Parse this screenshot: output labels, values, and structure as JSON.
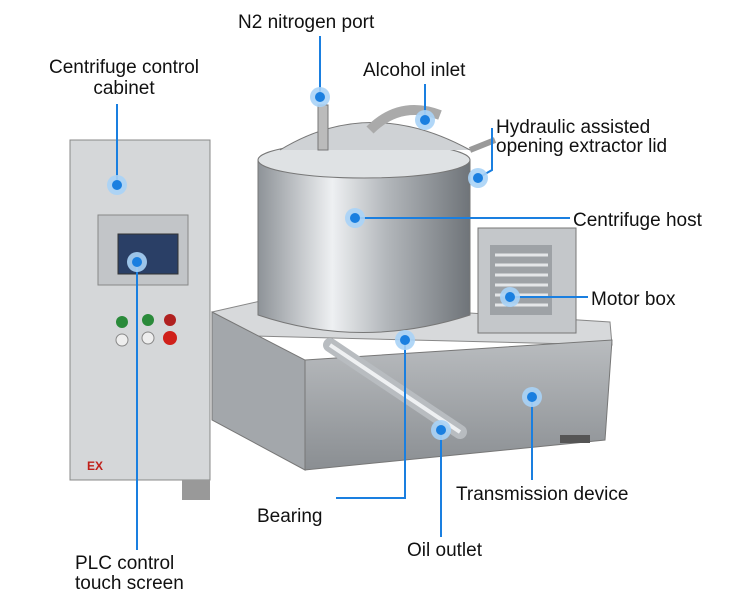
{
  "labels": {
    "n2_port": "N2 nitrogen port",
    "control_cabinet": [
      "Centrifuge control",
      "cabinet"
    ],
    "alcohol_inlet": "Alcohol inlet",
    "extractor_lid": [
      "Hydraulic assisted",
      "opening extractor lid"
    ],
    "centrifuge_host": "Centrifuge host",
    "motor_box": "Motor box",
    "transmission_device": "Transmission device",
    "bearing": "Bearing",
    "oil_outlet": "Oil outlet",
    "plc_screen": [
      "PLC control",
      "touch screen"
    ]
  },
  "cabinet_mark": "EX",
  "colors": {
    "accent": "#1a7fe0",
    "dot_glow": "#a9d3f7",
    "steel": "#c9ccd0"
  }
}
